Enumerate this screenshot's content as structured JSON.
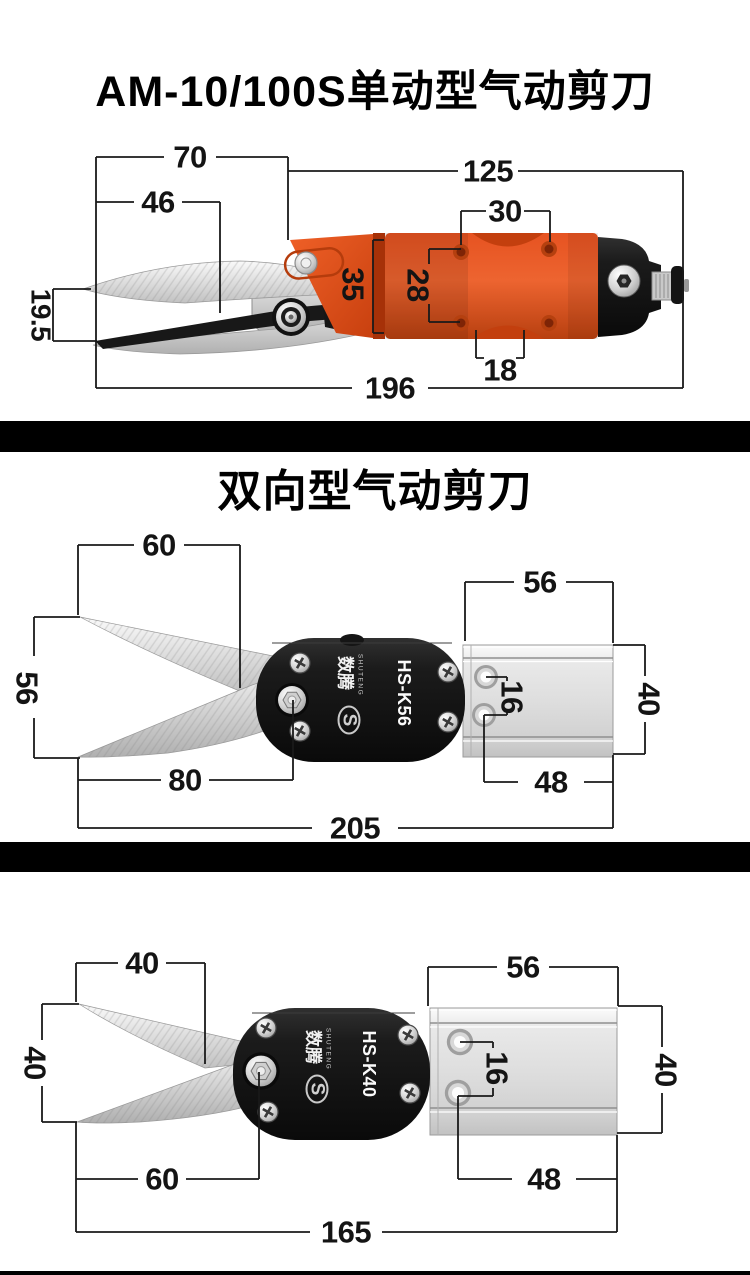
{
  "section1": {
    "title": "AM-10/100S单动型气动剪刀",
    "dims": {
      "blade_top": "70",
      "body_top": "125",
      "blade_cut": "46",
      "screw_span_top": "30",
      "head_height": "35",
      "body_height": "28",
      "jaw_opening": "19.5",
      "screw_span_bottom": "18",
      "total_length": "196"
    }
  },
  "section2": {
    "title": "双向型气动剪刀",
    "model": "HS-K56",
    "brand_cn": "数腾",
    "brand_en": "SHUTENG",
    "logo_letter": "S",
    "dims": {
      "blade_top": "60",
      "jaw_opening": "56",
      "blade_bottom": "80",
      "cylinder_width": "56",
      "cylinder_height": "40",
      "hole_gap": "16",
      "hole_span": "48",
      "total_length": "205"
    }
  },
  "section3": {
    "model": "HS-K40",
    "brand_cn": "数腾",
    "brand_en": "SHUTENG",
    "logo_letter": "S",
    "dims": {
      "blade_top": "40",
      "jaw_opening": "40",
      "blade_bottom": "60",
      "cylinder_width": "56",
      "cylinder_height": "40",
      "hole_gap": "16",
      "hole_span": "48",
      "total_length": "165"
    }
  },
  "colors": {
    "accent_orange": "#e0511a",
    "tool_black": "#161616",
    "steel_gray": "#d6d6d6",
    "divider_black": "#000000"
  }
}
